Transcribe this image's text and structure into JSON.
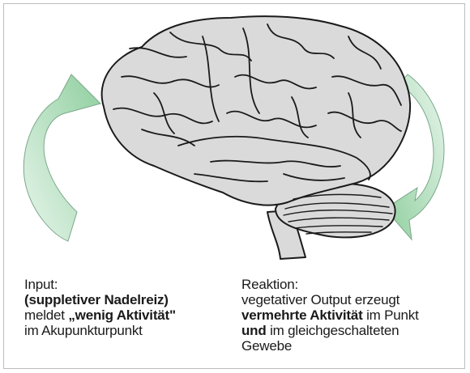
{
  "colors": {
    "brain_fill": "#dadada",
    "brain_stroke": "#1a1a1a",
    "arrow_dark": "#8fcf9e",
    "arrow_light": "#e8f5ec",
    "frame": "#bdbdbd"
  },
  "icons": {
    "left_arrow": "curved-arrow-up-right",
    "right_arrow": "curved-arrow-down-left",
    "center": "brain"
  },
  "input": {
    "heading": "Input:",
    "line2": "(suppletiver Nadelreiz)",
    "line3_prefix": "meldet ",
    "line3_quote_open": "„",
    "line3_bold": "wenig Aktivität",
    "line3_quote_close": "\"",
    "line4": "im Akupunkturpunkt"
  },
  "reaction": {
    "heading": "Reaktion:",
    "line2": "vegetativer Output erzeugt",
    "line3_bold": "vermehrte Aktivität",
    "line3_rest": " im Punkt",
    "line4_bold": "und",
    "line4_rest": " im gleichgeschalteten",
    "line5": "Gewebe"
  }
}
